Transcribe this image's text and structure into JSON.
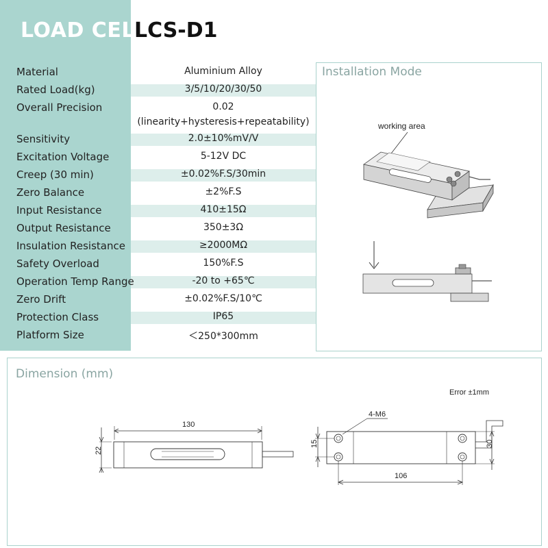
{
  "header": {
    "title_part1": "LOAD CELL",
    "title_part2": "LCS-D1"
  },
  "specs": [
    {
      "label": "Material",
      "value": "Aluminium Alloy"
    },
    {
      "label": "Rated Load(kg)",
      "value": "3/5/10/20/30/50"
    },
    {
      "label": "Overall Precision",
      "value": "0.02",
      "value_note": "(linearity+hysteresis+repeatability)"
    },
    {
      "label": "Sensitivity",
      "value": "2.0±10%mV/V"
    },
    {
      "label": "Excitation Voltage",
      "value": "5-12V DC"
    },
    {
      "label": "Creep (30 min)",
      "value": "±0.02%F.S/30min"
    },
    {
      "label": "Zero Balance",
      "value": "±2%F.S"
    },
    {
      "label": "Input Resistance",
      "value": "410±15Ω"
    },
    {
      "label": "Output Resistance",
      "value": "350±3Ω"
    },
    {
      "label": "Insulation Resistance",
      "value": "≥2000MΩ"
    },
    {
      "label": "Safety Overload",
      "value": "150%F.S"
    },
    {
      "label": "Operation Temp Range",
      "value": "-20 to +65℃"
    },
    {
      "label": "Zero Drift",
      "value": "±0.02%F.S/10℃"
    },
    {
      "label": "Protection Class",
      "value": "IP65"
    },
    {
      "label": "Platform Size",
      "value": "＜250*300mm"
    }
  ],
  "installation": {
    "title": "Installation Mode",
    "working_area_label": "working area"
  },
  "dimension": {
    "title": "Dimension (mm)",
    "error_note": "Error ±1mm",
    "length": "130",
    "height": "22",
    "hole_spacing": "106",
    "hole_vertical": "15",
    "width": "30",
    "thread_label": "4-M6"
  },
  "colors": {
    "accent": "#aad5cf",
    "row_shade": "#ddeeeb",
    "border": "#a9d2cc",
    "box_title": "#8aa5a2"
  }
}
